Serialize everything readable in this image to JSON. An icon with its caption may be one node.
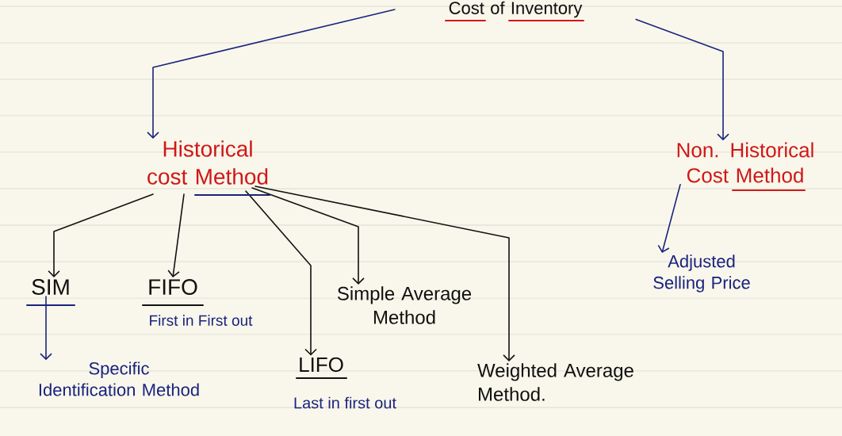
{
  "diagram": {
    "nodes": [
      {
        "text": [
          "Cost of Inventory"
        ]
      },
      {
        "text": [
          "Historical cost Method"
        ]
      },
      {
        "text": [
          "Non. Historical Cost Method"
        ]
      },
      {
        "text": [
          "SIM"
        ]
      },
      {
        "text": [
          "FIFO"
        ],
        "beside": [
          "First in First out"
        ]
      },
      {
        "text": [
          "Specific Identification Method"
        ]
      },
      {
        "text": [
          "LIFO"
        ],
        "beside": [
          "Last in first out"
        ]
      },
      {
        "text": [
          "Simple Average Method"
        ]
      },
      {
        "text": [
          "Weighted Average Method."
        ]
      },
      {
        "text": [
          "Adjusted Selling Price"
        ]
      }
    ],
    "edges": [
      {
        "from": 0,
        "to": 1,
        "arrow": "to",
        "color": "#1a237e"
      },
      {
        "from": 0,
        "to": 2,
        "arrow": "to",
        "color": "#1a237e"
      },
      {
        "from": 1,
        "to": 3,
        "arrow": "to"
      },
      {
        "from": 1,
        "to": 4,
        "arrow": "to"
      },
      {
        "from": 1,
        "to": 6,
        "arrow": "to"
      },
      {
        "from": 1,
        "to": 7,
        "arrow": "to"
      },
      {
        "from": 1,
        "to": 8,
        "arrow": "to"
      },
      {
        "from": 3,
        "to": 5,
        "arrow": "to",
        "color": "#1a237e"
      },
      {
        "from": 2,
        "to": 9,
        "arrow": "to",
        "color": "#1a237e"
      }
    ]
  }
}
